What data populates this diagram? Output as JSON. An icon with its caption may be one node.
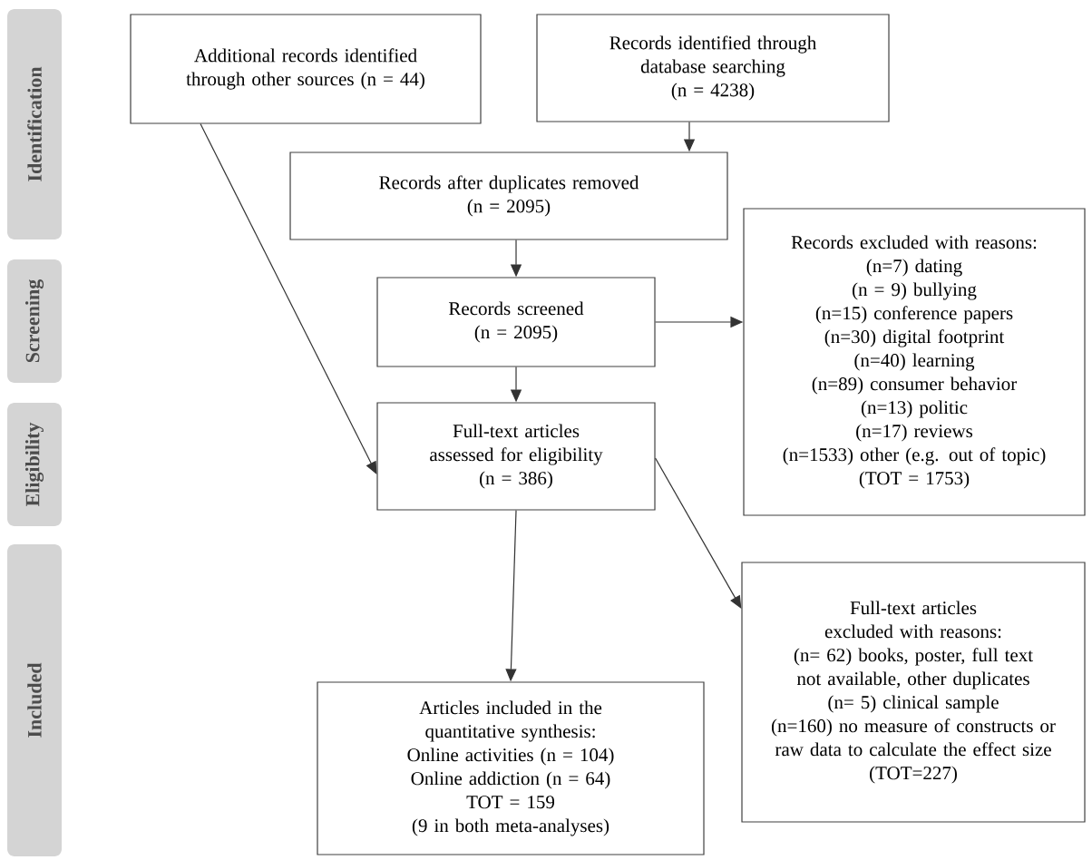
{
  "diagram": {
    "nodes": [
      {
        "text": [
          "Identification"
        ]
      },
      {
        "text": [
          "Screening"
        ]
      },
      {
        "text": [
          "Eligibility"
        ]
      },
      {
        "text": [
          "Included"
        ]
      },
      {
        "text": [
          "Additional records identified through other sources (n = 44)"
        ]
      },
      {
        "text": [
          "Records identified through database searching",
          "(n = 4238)"
        ]
      },
      {
        "text": [
          "Records after duplicates removed",
          "(n = 2095)"
        ]
      },
      {
        "text": [
          "Records excluded with reasons:",
          "(n=7) dating",
          "(n = 9) bullying",
          "(n=15) conference papers",
          "(n=30) digital footprint",
          "(n=40) learning",
          "(n=89) consumer behavior",
          "(n=13) politic",
          "(n=17) reviews",
          "(n=1533) other (e.g. out of topic)",
          "(TOT = 1753)"
        ]
      },
      {
        "text": [
          "Records screened",
          "(n = 2095)"
        ]
      },
      {
        "text": [
          "Full-text articles assessed for eligibility",
          "(n = 386)"
        ]
      },
      {
        "text": [
          "Full-text articles excluded with reasons:",
          "(n= 62) books, poster, full text not available, other duplicates",
          "(n= 5) clinical sample",
          "(n=160) no measure of constructs or raw data to calculate the effect size",
          "(TOT=227)"
        ]
      },
      {
        "text": [
          "Articles included in the quantitative synthesis:",
          "Online activities (n = 104)",
          "Online addiction (n = 64)",
          "TOT = 159",
          "(9 in both meta-analyses)"
        ]
      }
    ],
    "edges": [
      {
        "from": 5,
        "to": 6,
        "arrow": "to"
      },
      {
        "from": 6,
        "to": 8,
        "arrow": "to"
      },
      {
        "from": 8,
        "to": 7,
        "arrow": "to"
      },
      {
        "from": 8,
        "to": 9,
        "arrow": "to"
      },
      {
        "from": 4,
        "to": 9,
        "arrow": "to"
      },
      {
        "from": 9,
        "to": 11,
        "arrow": "to"
      },
      {
        "from": 9,
        "to": 10,
        "arrow": "to"
      }
    ]
  }
}
